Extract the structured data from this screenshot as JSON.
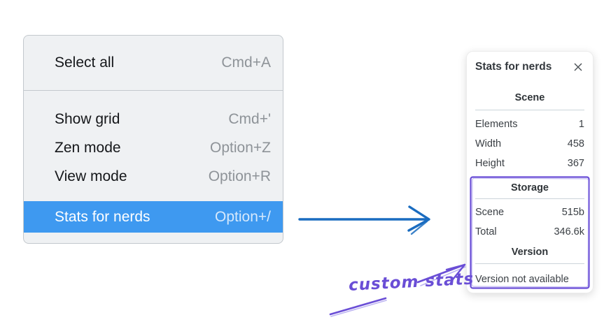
{
  "colors": {
    "menu-highlight": "#3e99f0",
    "menu-bg": "#eff1f3",
    "menu-border": "#c3c8cd",
    "menu-text": "#15171a",
    "shortcut-gray": "#8e9398",
    "highlight-shortcut": "#d6e9fc",
    "arrow-blue": "#1a6cc0",
    "annotation-purple": "#6a4ed6",
    "annotation-purple-light": "#a396ec",
    "panel-text": "#3b4045",
    "divider": "#ccd4da"
  },
  "context_menu": {
    "items": [
      {
        "label": "Select all",
        "shortcut": "Cmd+A",
        "selected": false
      },
      {
        "label": "Show grid",
        "shortcut": "Cmd+'",
        "selected": false
      },
      {
        "label": "Zen mode",
        "shortcut": "Option+Z",
        "selected": false
      },
      {
        "label": "View mode",
        "shortcut": "Option+R",
        "selected": false
      },
      {
        "label": "Stats for nerds",
        "shortcut": "Option+/",
        "selected": true
      }
    ]
  },
  "stats_panel": {
    "title": "Stats for nerds",
    "sections": [
      {
        "heading": "Scene",
        "rows": [
          {
            "label": "Elements",
            "value": "1"
          },
          {
            "label": "Width",
            "value": "458"
          },
          {
            "label": "Height",
            "value": "367"
          }
        ]
      },
      {
        "heading": "Storage",
        "rows": [
          {
            "label": "Scene",
            "value": "515b"
          },
          {
            "label": "Total",
            "value": "346.6k"
          }
        ]
      },
      {
        "heading": "Version",
        "note": "Version not available"
      }
    ]
  },
  "annotations": {
    "custom_stats_label": "custom stats"
  }
}
